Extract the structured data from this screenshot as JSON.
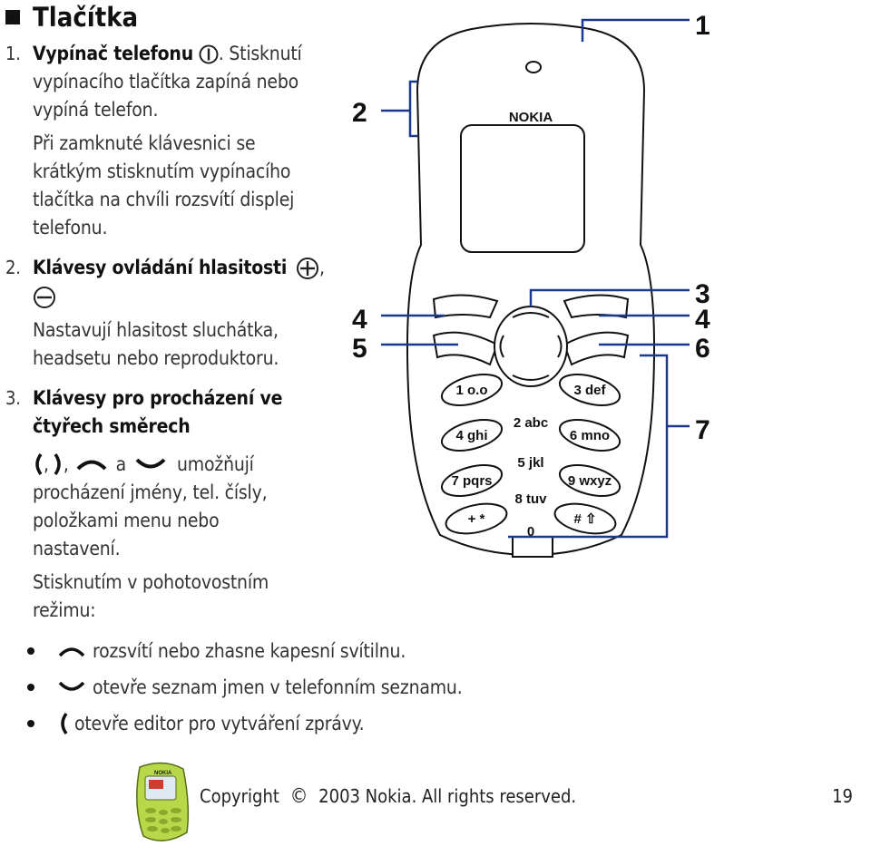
{
  "section": {
    "title": "Tlačítka"
  },
  "items": [
    {
      "number": "1.",
      "heading": "Vypínač telefonu",
      "text_after_icon": ". Stisknutí",
      "lines": [
        "vypínacího tlačítka zapíná nebo",
        "vypíná telefon."
      ],
      "note_lines": [
        "Při zamknuté klávesnici se",
        "krátkým stisknutím vypínacího",
        "tlačítka na chvíli rozsvítí displej",
        "telefonu."
      ]
    },
    {
      "number": "2.",
      "heading": "Klávesy ovládání hlasitosti",
      "comma": ",",
      "lines": [
        "Nastavují hlasitost sluchátka,",
        "headsetu nebo reproduktoru."
      ]
    },
    {
      "number": "3.",
      "heading_lines": [
        "Klávesy pro procházení ve",
        "čtyřech směrech"
      ],
      "sep1": ",",
      "sep2": ",",
      "and": "a",
      "after_icons": "umožňují",
      "lines": [
        "procházení jmény, tel. čísly,",
        "položkami menu nebo",
        "nastavení."
      ],
      "standby_lines": [
        "Stisknutím v pohotovostním",
        "režimu:"
      ],
      "bullets": [
        {
          "icon": "scroll-up-icon",
          "text": "rozsvítí nebo zhasne kapesní svítilnu."
        },
        {
          "icon": "scroll-down-icon",
          "text": "otevře seznam jmen v telefonním seznamu."
        },
        {
          "icon": "left-key-icon",
          "text": "otevře editor pro vytváření zprávy."
        }
      ]
    }
  ],
  "callouts": [
    "1",
    "2",
    "3",
    "4",
    "4",
    "5",
    "6",
    "7"
  ],
  "phone": {
    "brand": "NOKIA",
    "keys": [
      {
        "main": "1",
        "sub": "o.o"
      },
      {
        "main": "2",
        "sub": "abc"
      },
      {
        "main": "3",
        "sub": "def"
      },
      {
        "main": "4",
        "sub": "ghi"
      },
      {
        "main": "5",
        "sub": "jkl"
      },
      {
        "main": "6",
        "sub": "mno"
      },
      {
        "main": "7",
        "sub": "pqrs"
      },
      {
        "main": "8",
        "sub": "tuv"
      },
      {
        "main": "9",
        "sub": "wxyz"
      },
      {
        "main": "+ *",
        "sub": ""
      },
      {
        "main": "0",
        "sub": ""
      },
      {
        "main": "# ⇧",
        "sub": ""
      }
    ]
  },
  "footer": {
    "copyright_word": "Copyright",
    "copyright_symbol": "©",
    "copyright_rest": "2003 Nokia. All rights reserved.",
    "page": "19",
    "thumb_brand": "NOKIA"
  },
  "colors": {
    "text": "#333333",
    "heading": "#111111",
    "phone_screen": "#ffffff",
    "thumb_lime": "#b8d84a",
    "callout_line": "#1a3a8f"
  }
}
